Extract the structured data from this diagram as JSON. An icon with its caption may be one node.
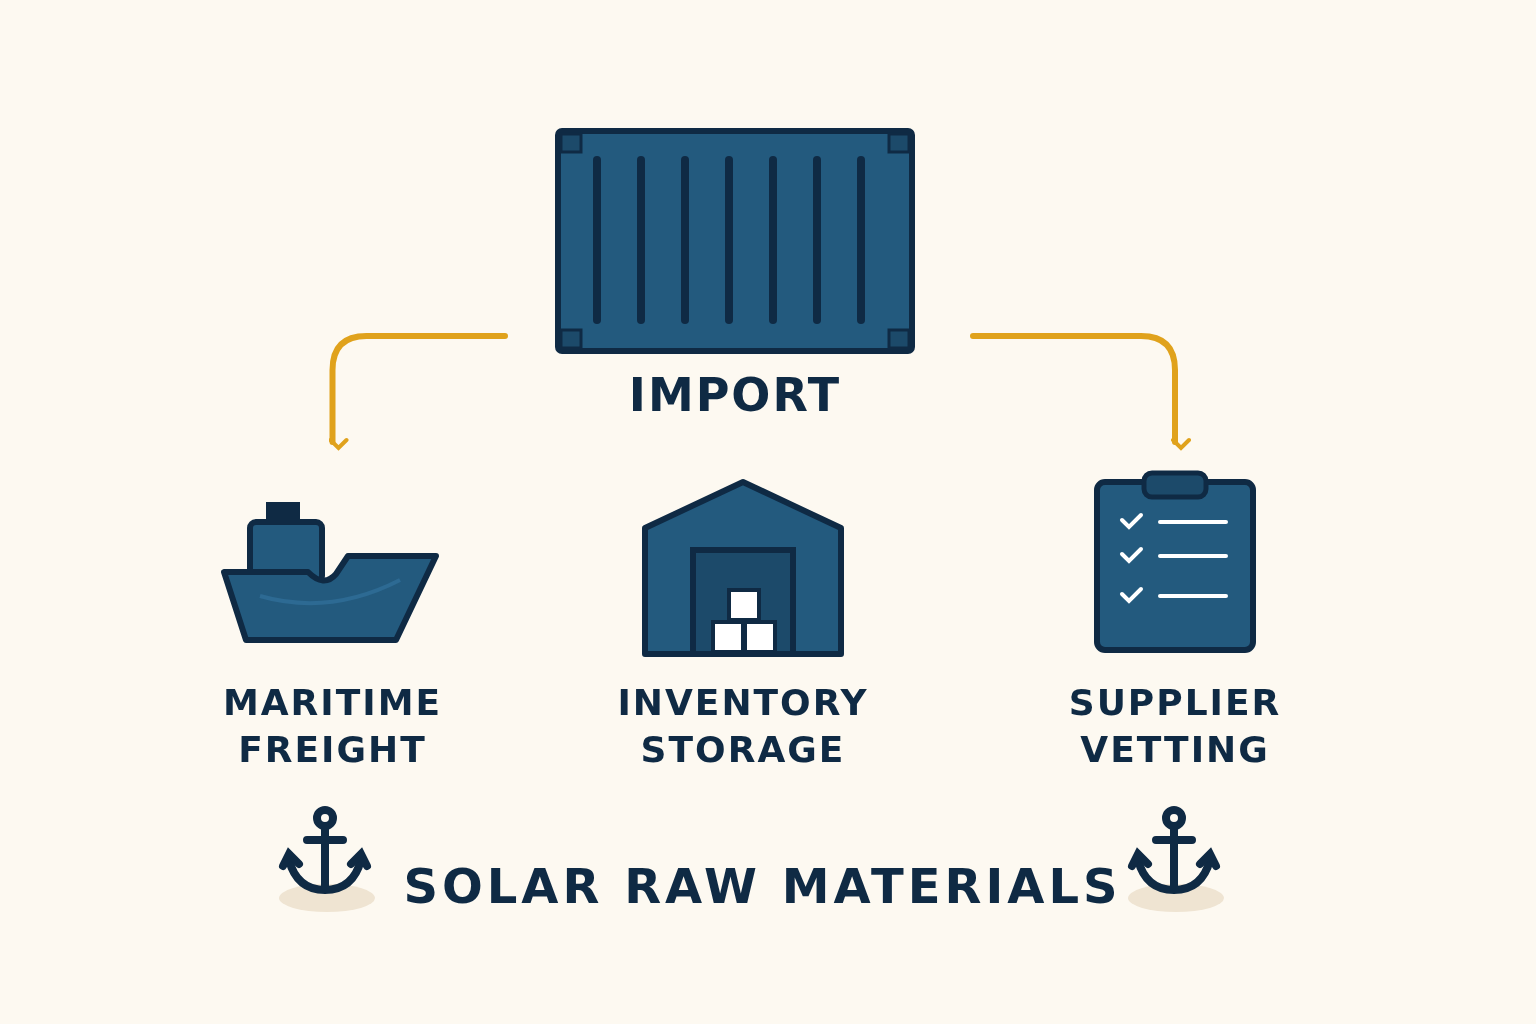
{
  "diagram": {
    "title": "SOLAR RAW MATERIALS",
    "nodes": [
      {
        "text": [
          "IMPORT"
        ]
      },
      {
        "text": [
          "MARITIME FREIGHT"
        ]
      },
      {
        "text": [
          "INVENTORY STORAGE"
        ]
      },
      {
        "text": [
          "SUPPLIER VETTING"
        ]
      }
    ],
    "edges": [
      {
        "from": 0,
        "to": 1,
        "arrow": "to"
      },
      {
        "from": 0,
        "to": 3,
        "arrow": "to"
      }
    ]
  }
}
